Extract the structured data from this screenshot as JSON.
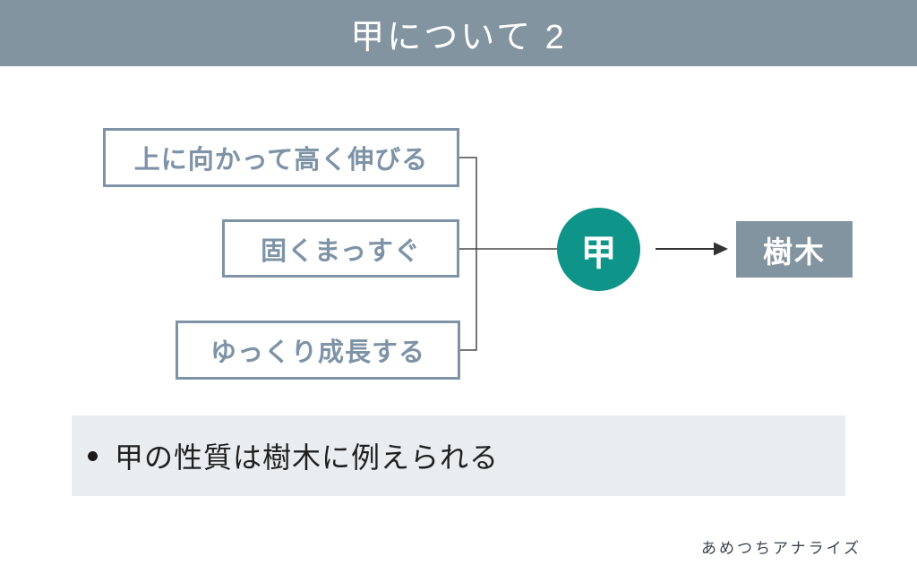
{
  "header": {
    "title": "甲について 2"
  },
  "diagram": {
    "traits": [
      {
        "label": "上に向かって高く伸びる"
      },
      {
        "label": "固くまっすぐ"
      },
      {
        "label": "ゆっくり成長する"
      }
    ],
    "subject": {
      "label": "甲"
    },
    "result": {
      "label": "樹木"
    }
  },
  "summary": {
    "bullet_text": "甲の性質は樹木に例えられる"
  },
  "footer": {
    "credit": "あめつちアナライズ"
  },
  "colors": {
    "header_bg": "#8294A0",
    "trait_border": "#7E93A6",
    "trait_text": "#7E93A6",
    "subject_bg": "#0E9488",
    "result_bg": "#8294A0",
    "summary_bg": "#E9EDF0",
    "summary_text": "#1F1F1F",
    "connector_line": "#4A4A4A",
    "arrow": "#333333"
  }
}
